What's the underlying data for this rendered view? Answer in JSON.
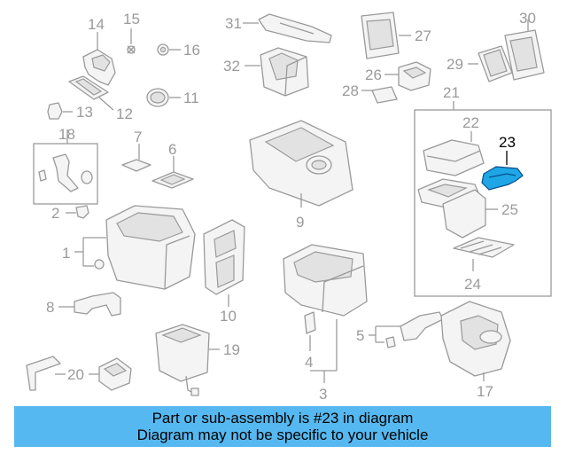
{
  "callouts": {
    "c1": "1",
    "c2": "2",
    "c3": "3",
    "c4": "4",
    "c5": "5",
    "c6": "6",
    "c7": "7",
    "c8": "8",
    "c9": "9",
    "c10": "10",
    "c11": "11",
    "c12": "12",
    "c13": "13",
    "c14": "14",
    "c15": "15",
    "c16": "16",
    "c17": "17",
    "c18": "18",
    "c19": "19",
    "c20": "20",
    "c21": "21",
    "c22": "22",
    "c23": "23",
    "c24": "24",
    "c25": "25",
    "c26": "26",
    "c27": "27",
    "c28": "28",
    "c29": "29",
    "c30": "30",
    "c31": "31",
    "c32": "32"
  },
  "highlight": {
    "part": "23",
    "color": "#1ea6e6"
  },
  "banner": {
    "line1": "Part or sub-assembly is #23 in diagram",
    "line2": "Diagram may not be specific to your vehicle",
    "color": "#56b8f0"
  }
}
